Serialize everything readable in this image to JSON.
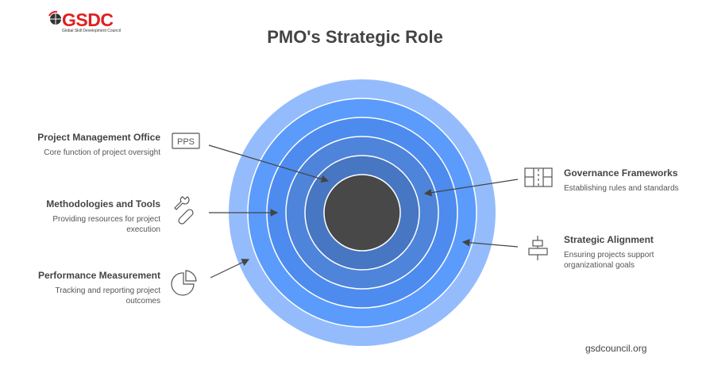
{
  "logo": {
    "name": "GSDC",
    "tagline": "Global Skill Development Council"
  },
  "title": "PMO's Strategic Role",
  "left_items": [
    {
      "title": "Project Management Office",
      "desc": "Core function of project oversight",
      "icon": "pps-icon",
      "icon_text": "PPS"
    },
    {
      "title": "Methodologies and Tools",
      "desc": "Providing resources for project execution",
      "icon": "tools-icon"
    },
    {
      "title": "Performance Measurement",
      "desc": "Tracking and reporting project outcomes",
      "icon": "pie-chart-icon"
    }
  ],
  "right_items": [
    {
      "title": "Governance Frameworks",
      "desc": "Establishing rules and standards",
      "icon": "framework-grid-icon"
    },
    {
      "title": "Strategic Alignment",
      "desc": "Ensuring projects support organizational goals",
      "icon": "align-center-icon"
    }
  ],
  "rings": [
    "#94bcfd",
    "#5b9bfb",
    "#4d8bef",
    "#4e84da",
    "#4776c2",
    "#484848"
  ],
  "footer": "gsdcouncil.org"
}
